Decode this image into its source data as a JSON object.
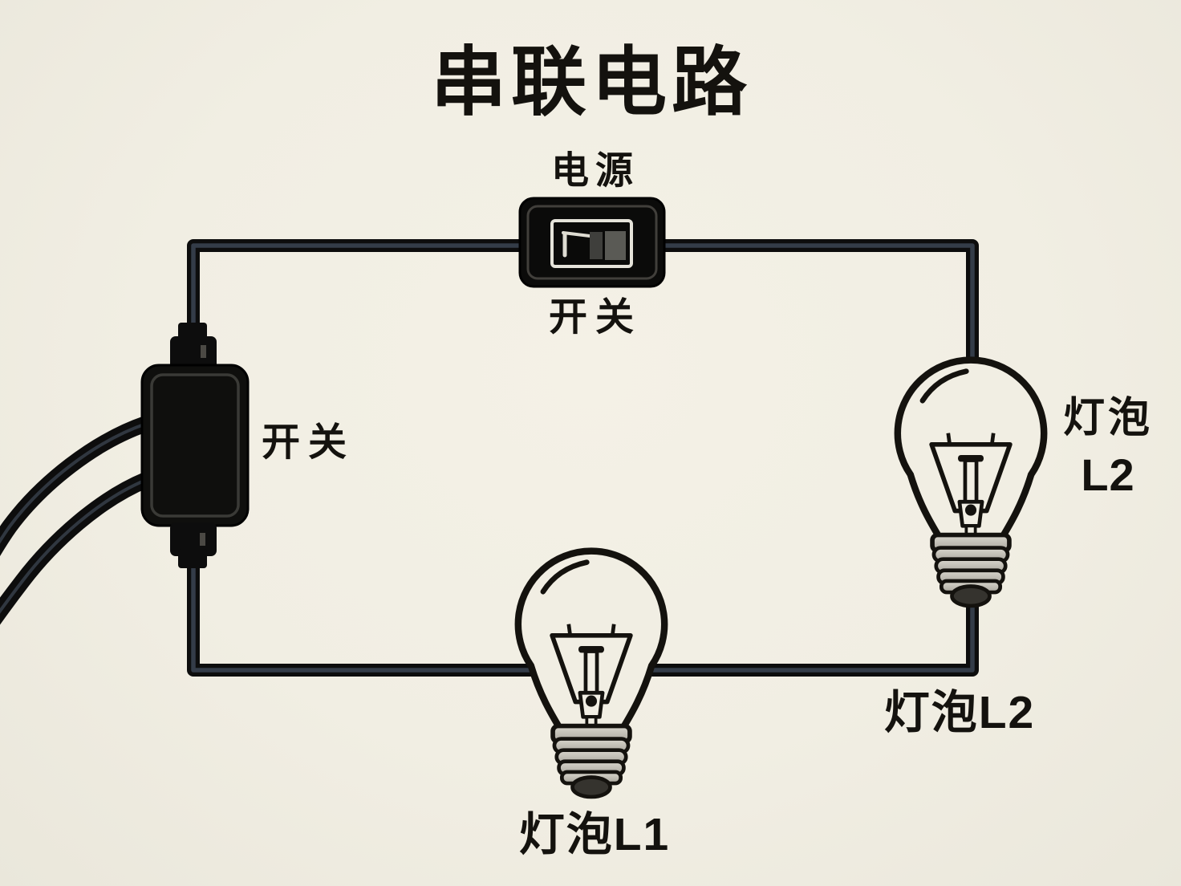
{
  "title": "串联电路",
  "labels": {
    "power_source": "电源",
    "power_switch": "开关",
    "side_switch": "开关",
    "bulb_l2_side_line1": "灯泡",
    "bulb_l2_side_line2": "L2",
    "bulb_l1": "灯泡L1",
    "bulb_l2_bottom": "灯泡L2"
  },
  "colors": {
    "background": "#f1eee3",
    "ink": "#14120e",
    "wire_black": "#0d0d0d",
    "wire_highlight": "#343c48",
    "base_metal_light": "#d8d5cc",
    "base_metal_dark": "#a8a59c",
    "switch_window_frame": "#e5e3da"
  }
}
